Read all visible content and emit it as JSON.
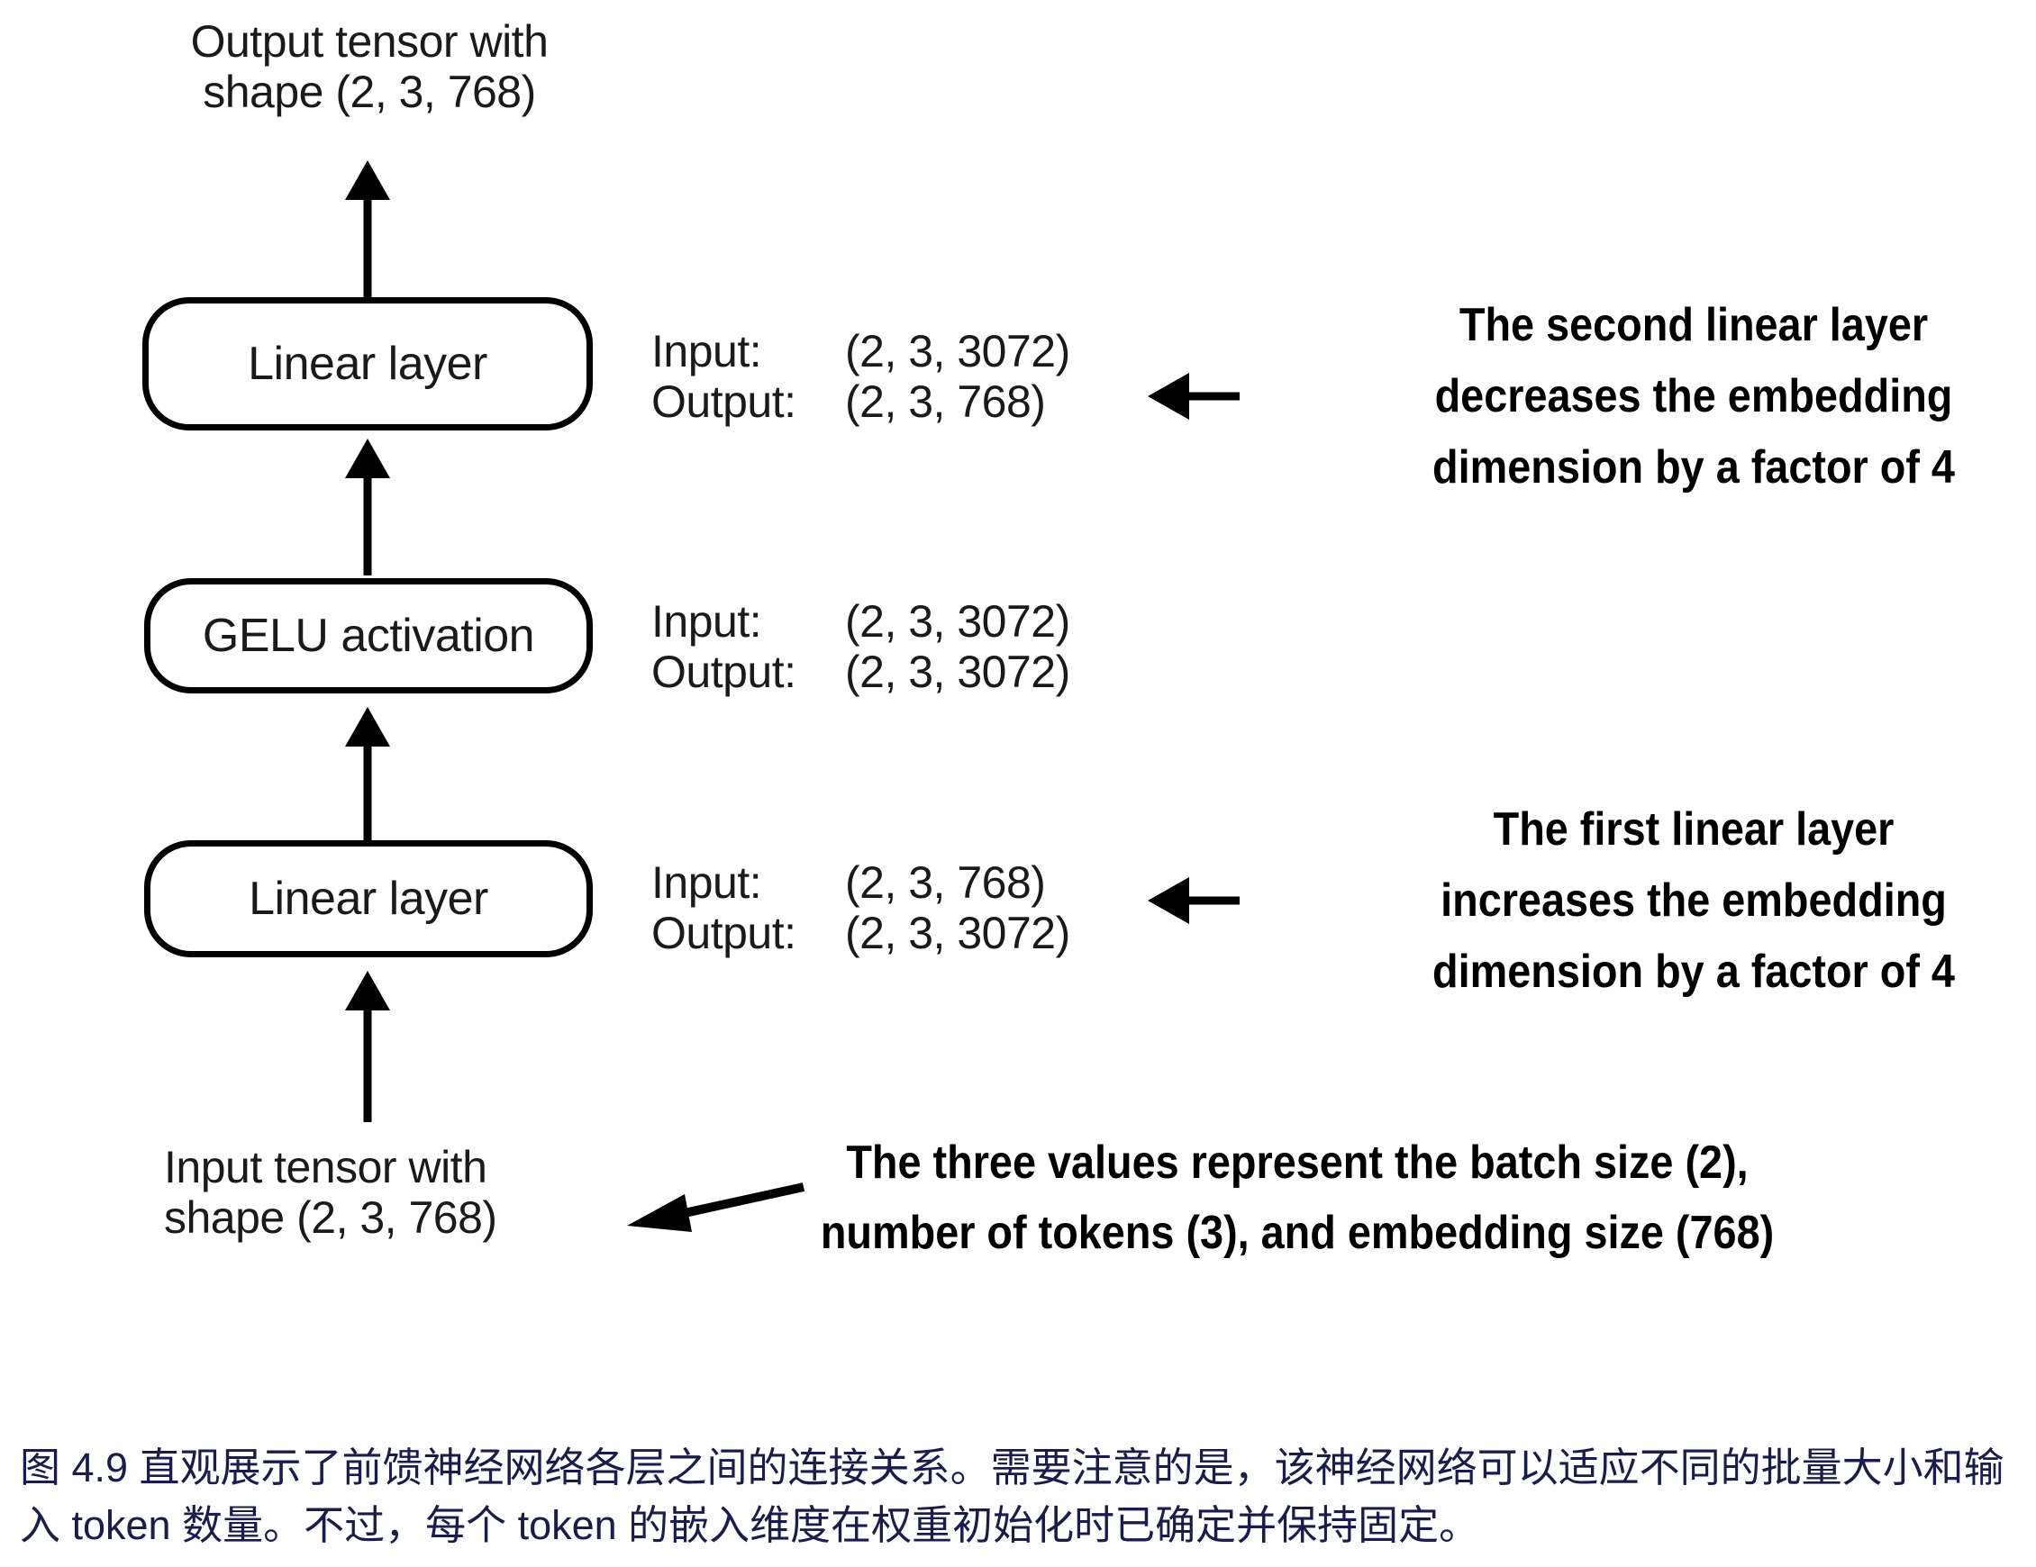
{
  "figure": {
    "top_label": "Output tensor with\nshape (2, 3, 768)",
    "bottom_label": "Input tensor with\nshape (2, 3, 768)",
    "layers": [
      {
        "id": "linear-layer-2",
        "label": "Linear layer",
        "io": {
          "input_key": "Input:",
          "input_value": "(2, 3, 3072)",
          "output_key": "Output:",
          "output_value": "(2, 3, 768)"
        },
        "annotation": "The second linear layer decreases the embedding dimension by a factor of 4"
      },
      {
        "id": "gelu-activation",
        "label": "GELU activation",
        "io": {
          "input_key": "Input:",
          "input_value": "(2, 3, 3072)",
          "output_key": "Output:",
          "output_value": "(2, 3, 3072)"
        },
        "annotation": ""
      },
      {
        "id": "linear-layer-1",
        "label": "Linear layer",
        "io": {
          "input_key": "Input:",
          "input_value": "(2, 3, 768)",
          "output_key": "Output:",
          "output_value": "(2, 3, 3072)"
        },
        "annotation": "The first linear layer increases the embedding dimension by a factor of 4"
      }
    ],
    "shape_note": "The three values represent the batch size (2), number of tokens (3), and embedding size (768)"
  },
  "caption": {
    "text": "图 4.9 直观展示了前馈神经网络各层之间的连接关系。需要注意的是，该神经网络可以适应不同的批量大小和输入 token 数量。不过，每个 token 的嵌入维度在权重初始化时已确定并保持固定。",
    "color": "#1b1c4b"
  },
  "colors": {
    "ink": "#000000",
    "text": "#1a1a1a",
    "background": "#ffffff",
    "caption": "#1b1c4b"
  }
}
